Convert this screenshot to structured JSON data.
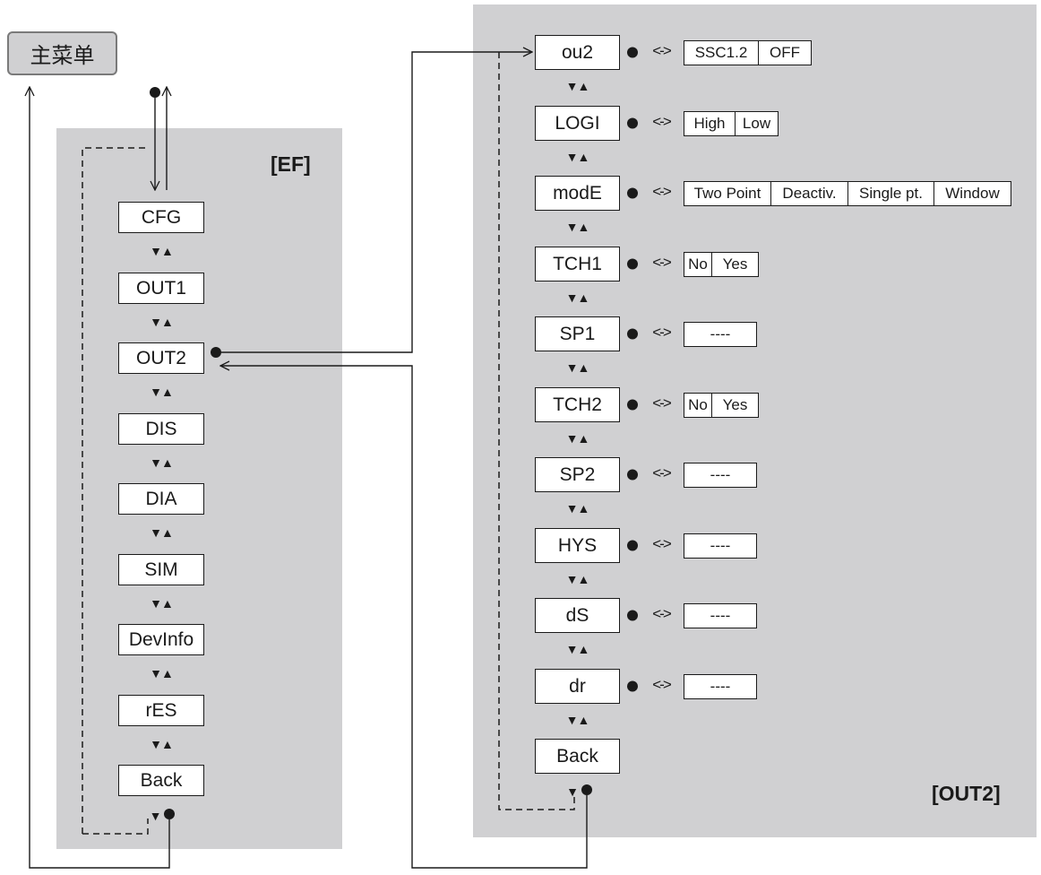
{
  "main_menu": {
    "label": "主菜单"
  },
  "ef_panel": {
    "title": "[EF]",
    "items": [
      {
        "label": "CFG"
      },
      {
        "label": "OUT1"
      },
      {
        "label": "OUT2"
      },
      {
        "label": "DIS"
      },
      {
        "label": "DIA"
      },
      {
        "label": "SIM"
      },
      {
        "label": "DevInfo"
      },
      {
        "label": "rES"
      },
      {
        "label": "Back"
      }
    ]
  },
  "out2_panel": {
    "title": "[OUT2]",
    "items": [
      {
        "label": "ou2",
        "options": [
          "SSC1.2",
          "OFF"
        ]
      },
      {
        "label": "LOGI",
        "options": [
          "High",
          "Low"
        ]
      },
      {
        "label": "modE",
        "options": [
          "Two Point",
          "Deactiv.",
          "Single pt.",
          "Window"
        ]
      },
      {
        "label": "TCH1",
        "options": [
          "No",
          "Yes"
        ]
      },
      {
        "label": "SP1",
        "options": [
          "----"
        ]
      },
      {
        "label": "TCH2",
        "options": [
          "No",
          "Yes"
        ]
      },
      {
        "label": "SP2",
        "options": [
          "----"
        ]
      },
      {
        "label": "HYS",
        "options": [
          "----"
        ]
      },
      {
        "label": "dS",
        "options": [
          "----"
        ]
      },
      {
        "label": "dr",
        "options": [
          "----"
        ]
      },
      {
        "label": "Back"
      }
    ]
  },
  "nav_arrows": "▼▲",
  "exit_arrow": "▼",
  "bidirectional_arrow": "<->",
  "colors": {
    "panel": "#d0d0d2",
    "line": "#1a1a1a",
    "box": "#ffffff"
  }
}
